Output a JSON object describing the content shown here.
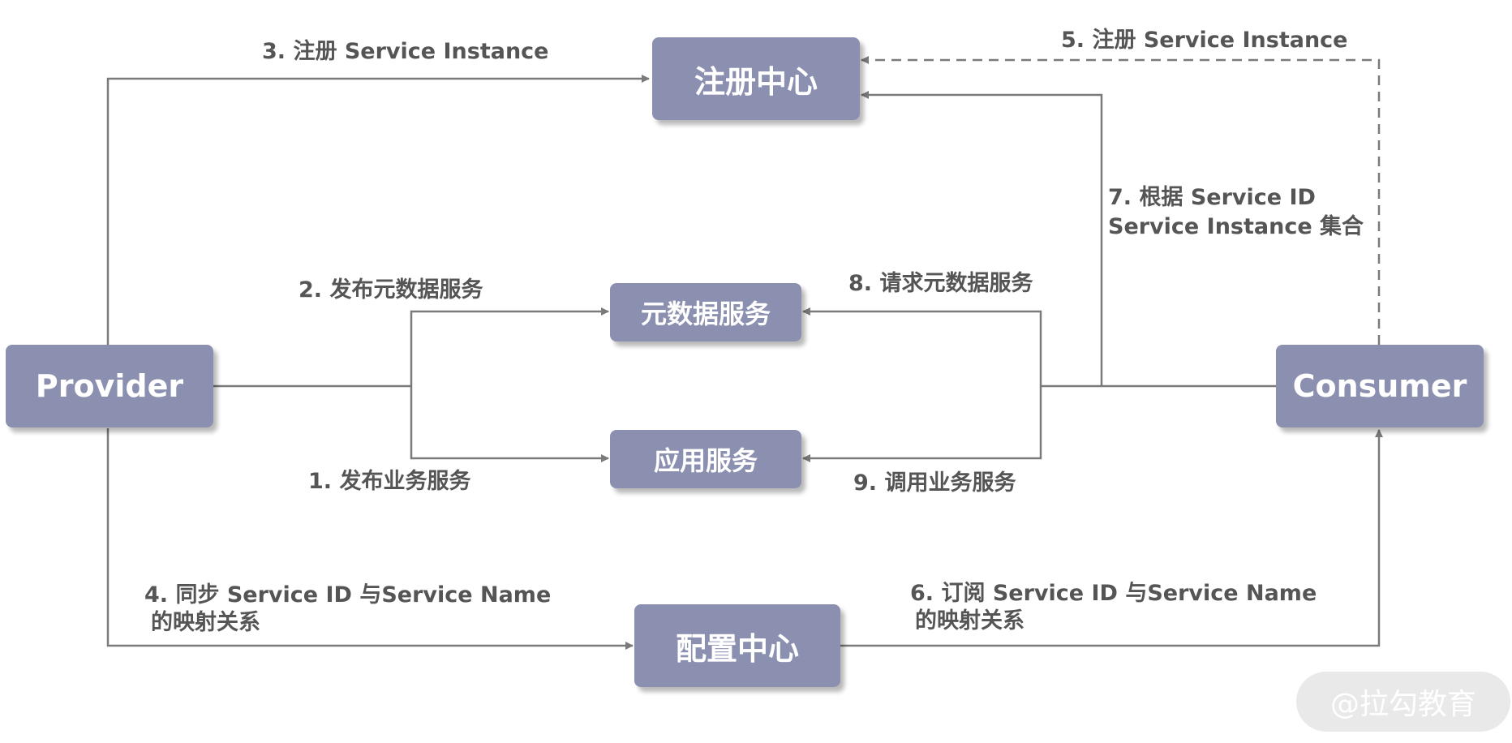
{
  "nodes": {
    "registry": "注册中心",
    "metadata": "元数据服务",
    "app_service": "应用服务",
    "provider": "Provider",
    "consumer": "Consumer",
    "config": "配置中心"
  },
  "edges": {
    "e3": "3. 注册 Service Instance",
    "e5": "5. 注册 Service Instance",
    "e7_line1": "7. 根据 Service ID",
    "e7_line2": "Service Instance 集合",
    "e2": "2. 发布元数据服务",
    "e8": "8. 请求元数据服务",
    "e1": "1. 发布业务服务",
    "e9": "9. 调用业务服务",
    "e4_line1": "4. 同步 Service ID 与Service Name",
    "e4_line2": "的映射关系",
    "e6_line1": "6. 订阅 Service ID 与Service Name",
    "e6_line2": "的映射关系"
  },
  "watermark": "@拉勾教育",
  "colors": {
    "node_fill": "#8c90b0",
    "node_text": "#ffffff",
    "line": "#7a7a7a",
    "label": "#555555"
  }
}
